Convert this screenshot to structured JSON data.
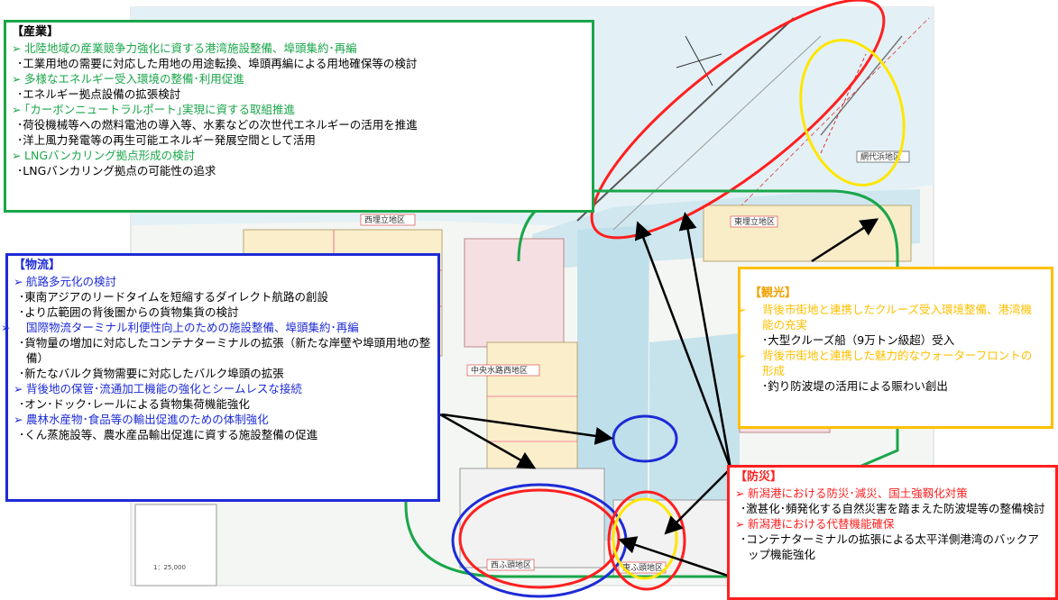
{
  "map": {
    "areas": [
      "西埋立地区",
      "東埋立地区",
      "中央水路西地区",
      "中央",
      "西ふ頭地区",
      "東ふ頭地区",
      "網代浜地区"
    ],
    "scale": "1：25,000"
  },
  "industry": {
    "heading": "【産業】",
    "items": [
      {
        "bullet": "➢",
        "cat": "北陸地域の産業競争力強化に資する港湾施設整備、埠頭集約･再編",
        "subs": [
          "･工業用地の需要に対応した用地の用途転換、埠頭再編による用地確保等の検討"
        ]
      },
      {
        "bullet": "➢",
        "cat": "多様なエネルギー受入環境の整備･利用促進",
        "subs": [
          "･エネルギー拠点設備の拡張検討"
        ]
      },
      {
        "bullet": "➢",
        "cat": "｢カーボンニュートラルポート｣実現に資する取組推進",
        "subs": [
          "･荷役機械等への燃料電池の導入等、水素などの次世代エネルギーの活用を推進",
          "･洋上風力発電等の再生可能エネルギー発展空間として活用"
        ]
      },
      {
        "bullet": "➢",
        "cat": "LNGバンカリング拠点形成の検討",
        "subs": [
          "･LNGバンカリング拠点の可能性の追求"
        ]
      }
    ]
  },
  "logistics": {
    "heading": "【物流】",
    "items": [
      {
        "bullet": "➢",
        "cat": "航路多元化の検討",
        "subs": [
          "･東南アジアのリードタイムを短縮するダイレクト航路の創設",
          "･より広範囲の背後圏からの貨物集貨の検討"
        ]
      },
      {
        "bullet": "➢",
        "cat": "国際物流ターミナル利便性向上のための施設整備、埠頭集約･再編",
        "subs": [
          "･貨物量の増加に対応したコンテナターミナルの拡張（新たな岸壁や埠頭用地の整備）",
          "･新たなバルク貨物需要に対応したバルク埠頭の拡張"
        ]
      },
      {
        "bullet": "➢",
        "cat": "背後地の保管･流通加工機能の強化とシームレスな接続",
        "subs": [
          "･オン･ドック･レールによる貨物集荷機能強化"
        ]
      },
      {
        "bullet": "➢",
        "cat": "農林水産物･食品等の輸出促進のための体制強化",
        "subs": [
          "･くん蒸施設等、農水産品輸出促進に資する施設整備の促進"
        ]
      }
    ]
  },
  "tourism": {
    "heading": "【観光】",
    "items": [
      {
        "bullet": "➢",
        "cat": "背後市街地と連携したクルーズ受入環境整備、港湾機能の充実",
        "subs": [
          "･大型クルーズ船（9万トン級超）受入"
        ]
      },
      {
        "bullet": "➢",
        "cat": "背後市街地と連携した魅力的なウォーターフロントの形成",
        "subs": [
          "･釣り防波堤の活用による賑わい創出"
        ]
      }
    ]
  },
  "disaster": {
    "heading": "【防災】",
    "items": [
      {
        "bullet": "➢",
        "cat": "新潟港における防災･減災、国土強靱化対策",
        "subs": [
          "･激甚化･頻発化する自然災害を踏まえた防波堤等の整備検討"
        ]
      },
      {
        "bullet": "➢",
        "cat": "新潟港における代替機能確保",
        "subs": [
          "･コンテナターミナルの拡張による太平洋側港湾のバックアップ機能強化"
        ]
      }
    ]
  },
  "colors": {
    "industry": "#1aa64a",
    "logistics": "#1d2bd6",
    "tourism": "#ffc000",
    "disaster": "#ff1f1f"
  }
}
